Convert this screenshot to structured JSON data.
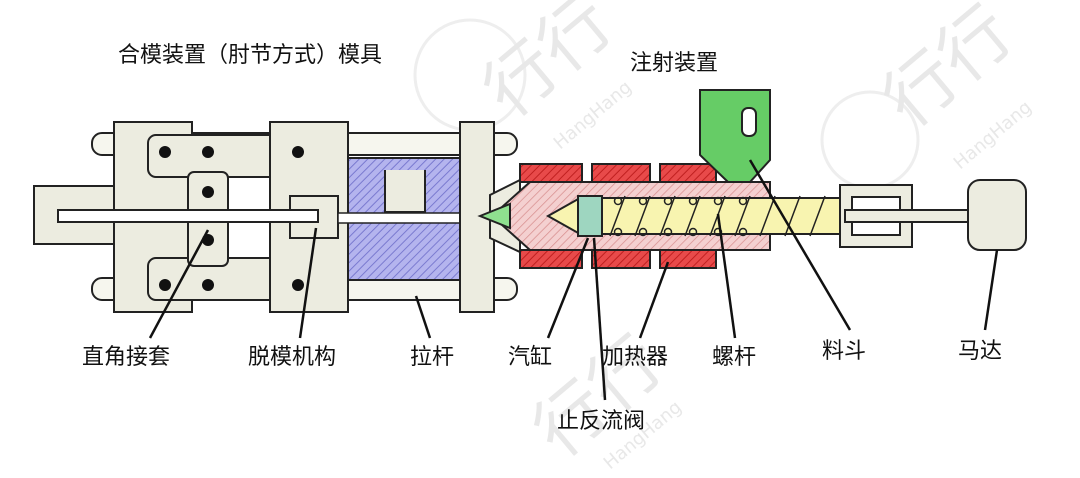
{
  "titles": {
    "clamping": "合模装置（肘节方式）模具",
    "injection": "注射装置"
  },
  "labels": {
    "toggle": "直角接套",
    "ejector": "脱模机构",
    "tie_bar": "拉杆",
    "cylinder": "汽缸",
    "heater": "加热器",
    "screw": "螺杆",
    "hopper": "料斗",
    "motor": "马达",
    "check_valve": "止反流阀"
  },
  "watermark": {
    "text_cn": "行行",
    "text_en": "HangHang"
  },
  "colors": {
    "frame": "#ecece0",
    "mold": "#a8a8e8",
    "heater": "#e03a3a",
    "barrel": "#f0c8c8",
    "screw": "#f8f4b0",
    "hopper": "#66cc66",
    "valve": "#9ed6c0"
  }
}
